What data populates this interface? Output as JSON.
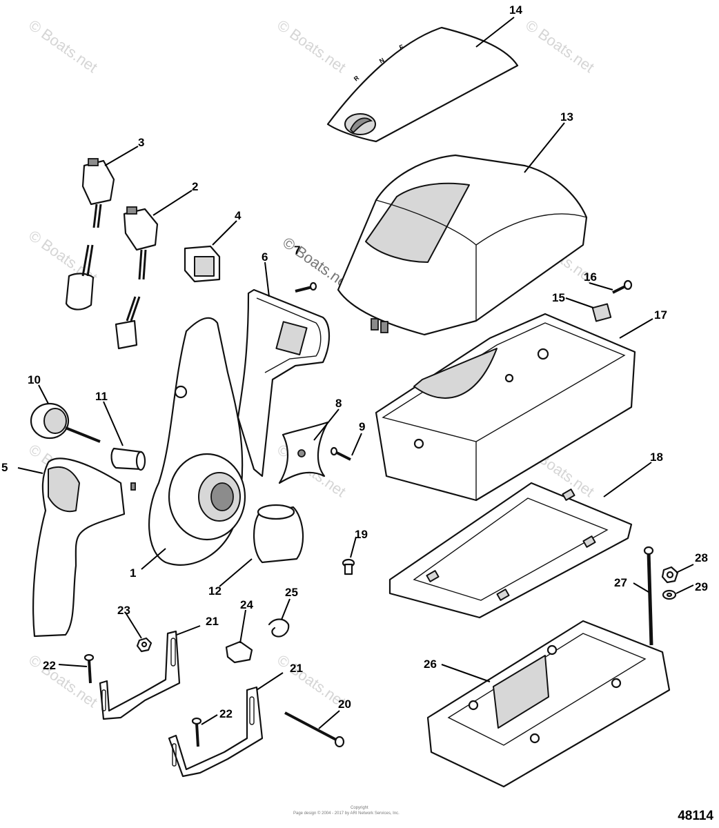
{
  "reference_number": "48114",
  "watermark": "© Boats.net",
  "copyright_line1": "Copyright",
  "copyright_line2": "Page design © 2004 - 2017 by ARI Network Services, Inc.",
  "shift_letters": [
    "R",
    "N",
    "F"
  ],
  "callouts": {
    "c1": "1",
    "c2": "2",
    "c3": "3",
    "c4": "4",
    "c5": "5",
    "c6": "6",
    "c7": "7",
    "c8": "8",
    "c9": "9",
    "c10": "10",
    "c11": "11",
    "c12": "12",
    "c13": "13",
    "c14": "14",
    "c15": "15",
    "c16": "16",
    "c17": "17",
    "c18": "18",
    "c19": "19",
    "c20": "20",
    "c21a": "21",
    "c21b": "21",
    "c22a": "22",
    "c22b": "22",
    "c23": "23",
    "c24": "24",
    "c25": "25",
    "c26": "26",
    "c27": "27",
    "c28": "28",
    "c29": "29"
  }
}
